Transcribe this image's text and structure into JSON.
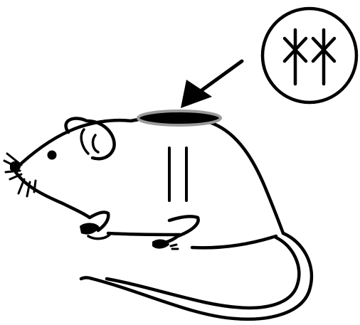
{
  "diagram": {
    "colors": {
      "background": "#ffffff",
      "line": "#000000",
      "implant_ring": "#9a9a9a",
      "implant_fill": "#000000"
    },
    "elements": {
      "mouse": "mouse-line-drawing",
      "implant": "dorsal-implant-disc",
      "arrow": "pointer-arrow",
      "callout": "circled-double-asterisk-symbol",
      "mark": "double-vertical-lines"
    }
  }
}
